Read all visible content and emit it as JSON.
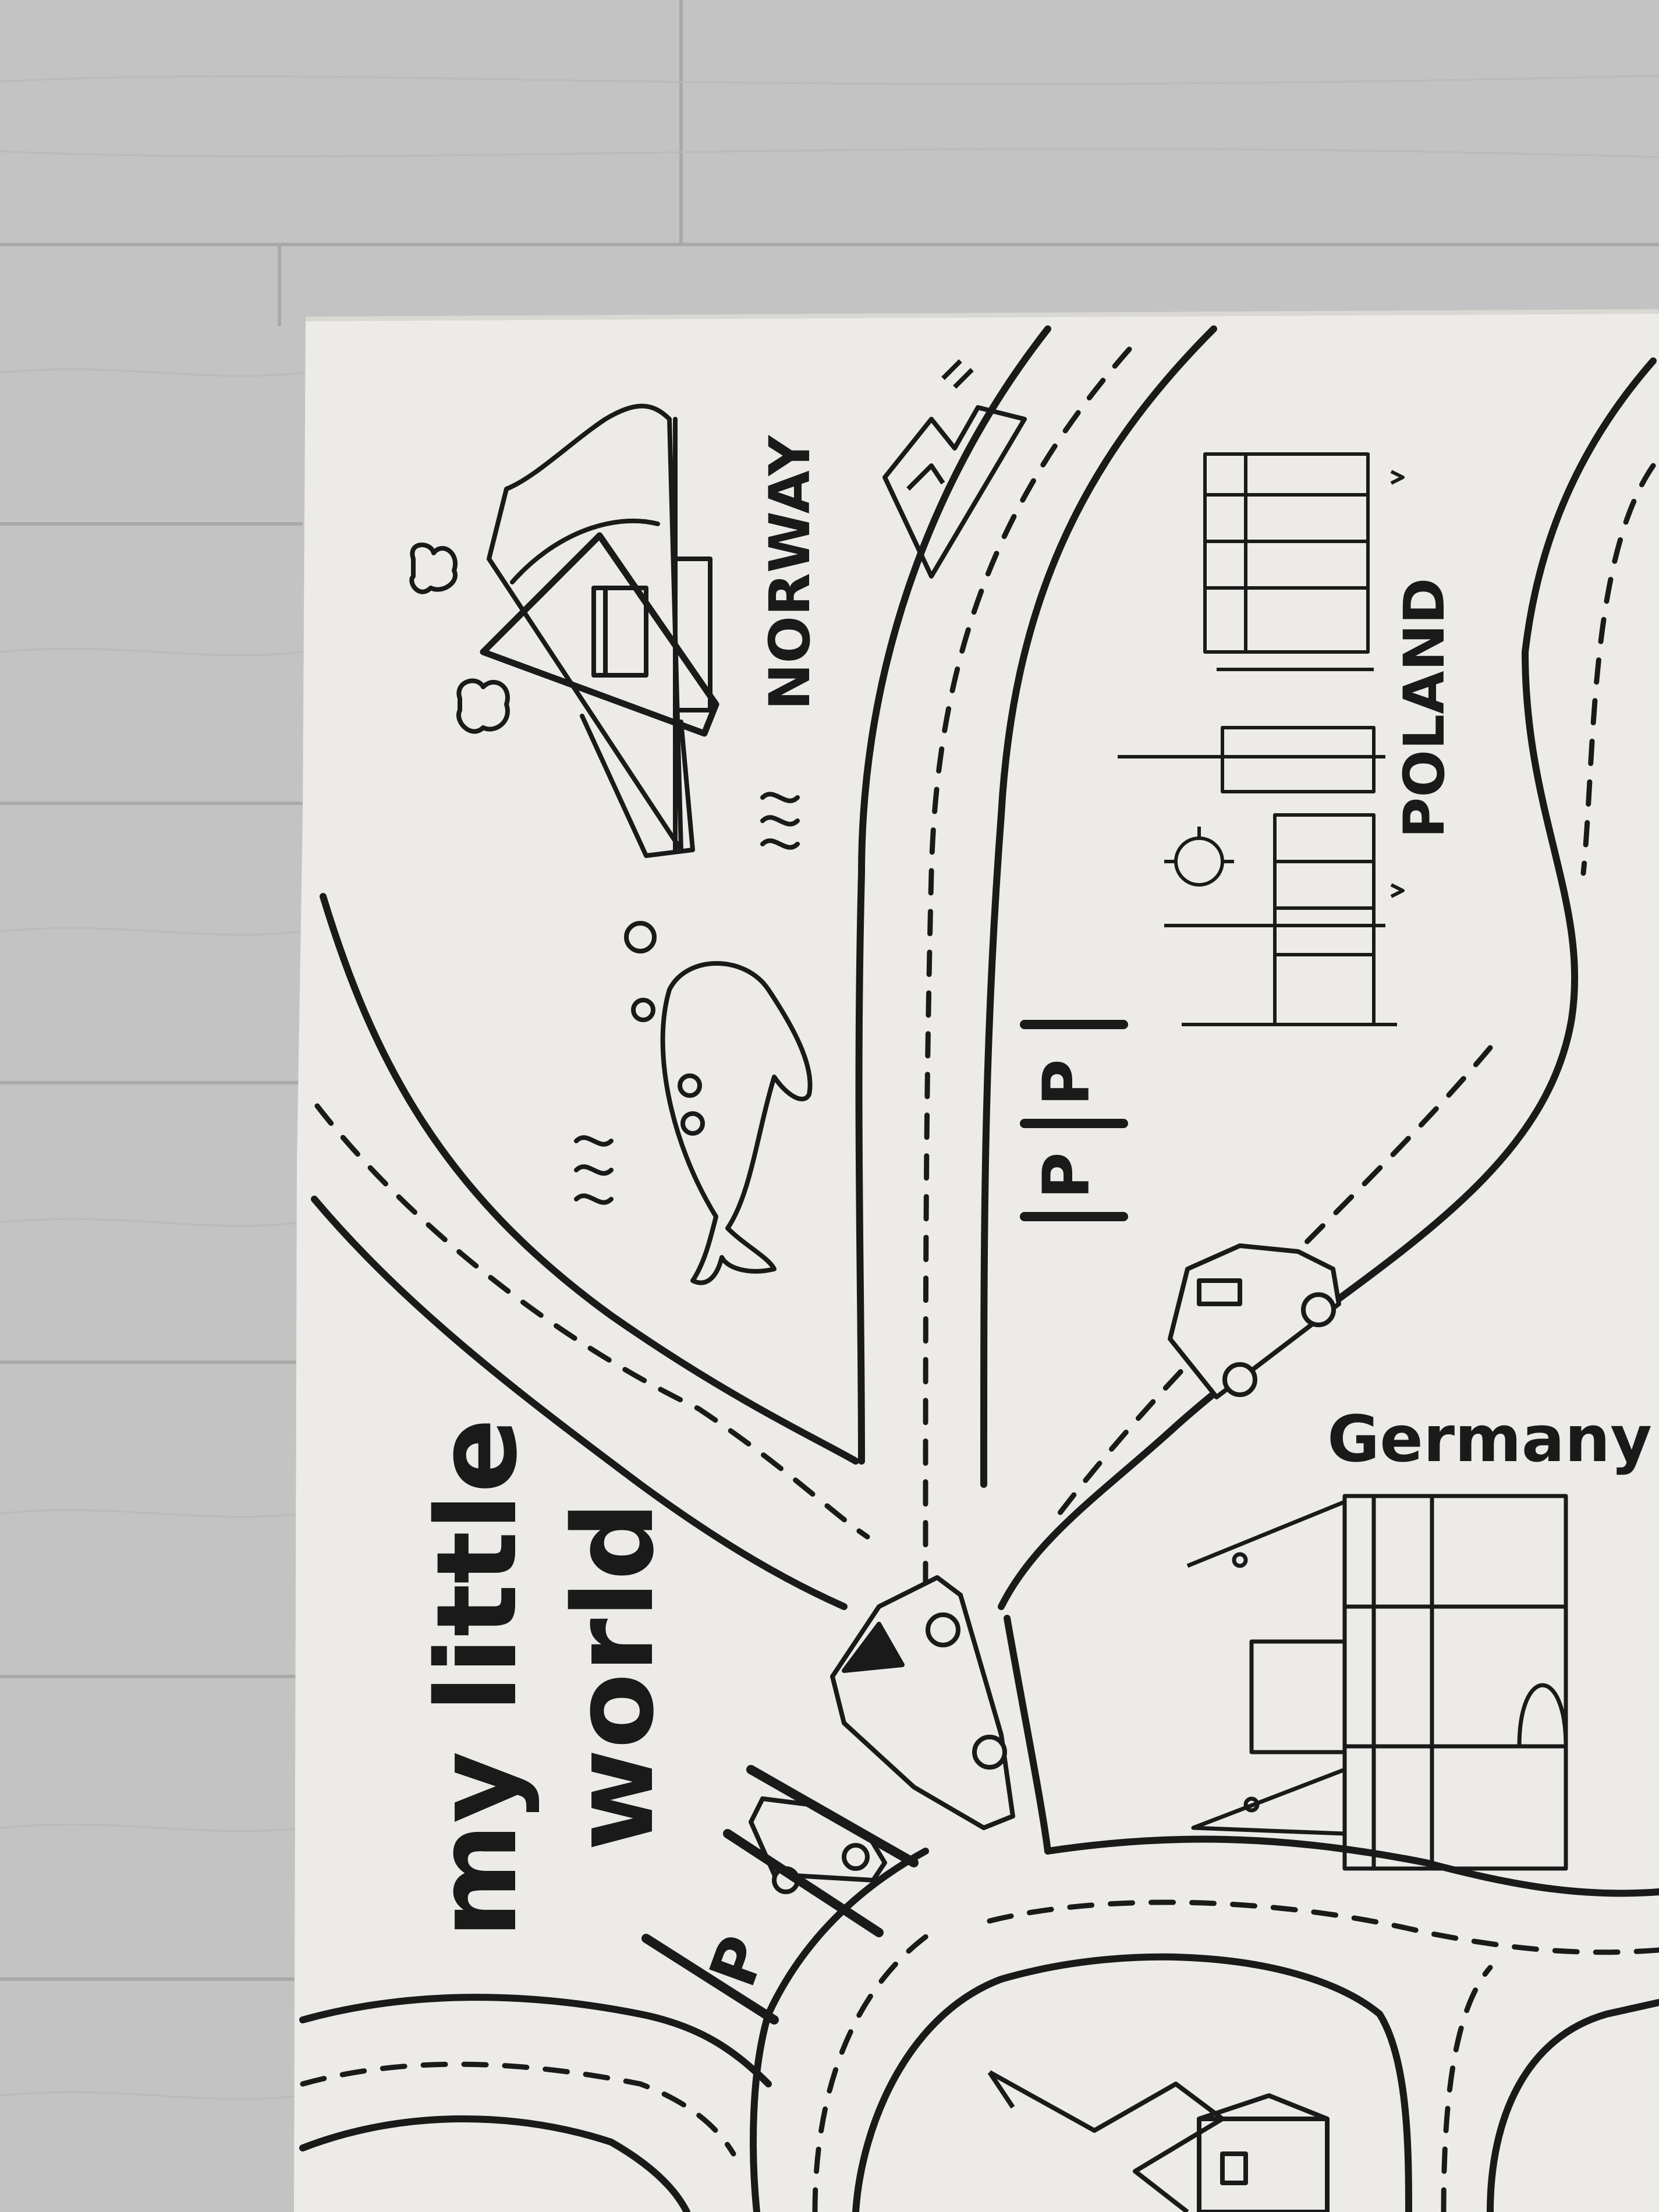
{
  "rug": {
    "country_labels": {
      "norway": "NORWAY",
      "poland": "POLAND",
      "germany": "Germany"
    },
    "title_line1": "my little",
    "title_line2": "world",
    "parking_signs": [
      "P",
      "P",
      "P"
    ]
  },
  "colors": {
    "floor": "#c3c3c3",
    "floor_plank_line": "#a9a9a9",
    "rug": "#ecebe7",
    "ink": "#1a1a1a"
  }
}
